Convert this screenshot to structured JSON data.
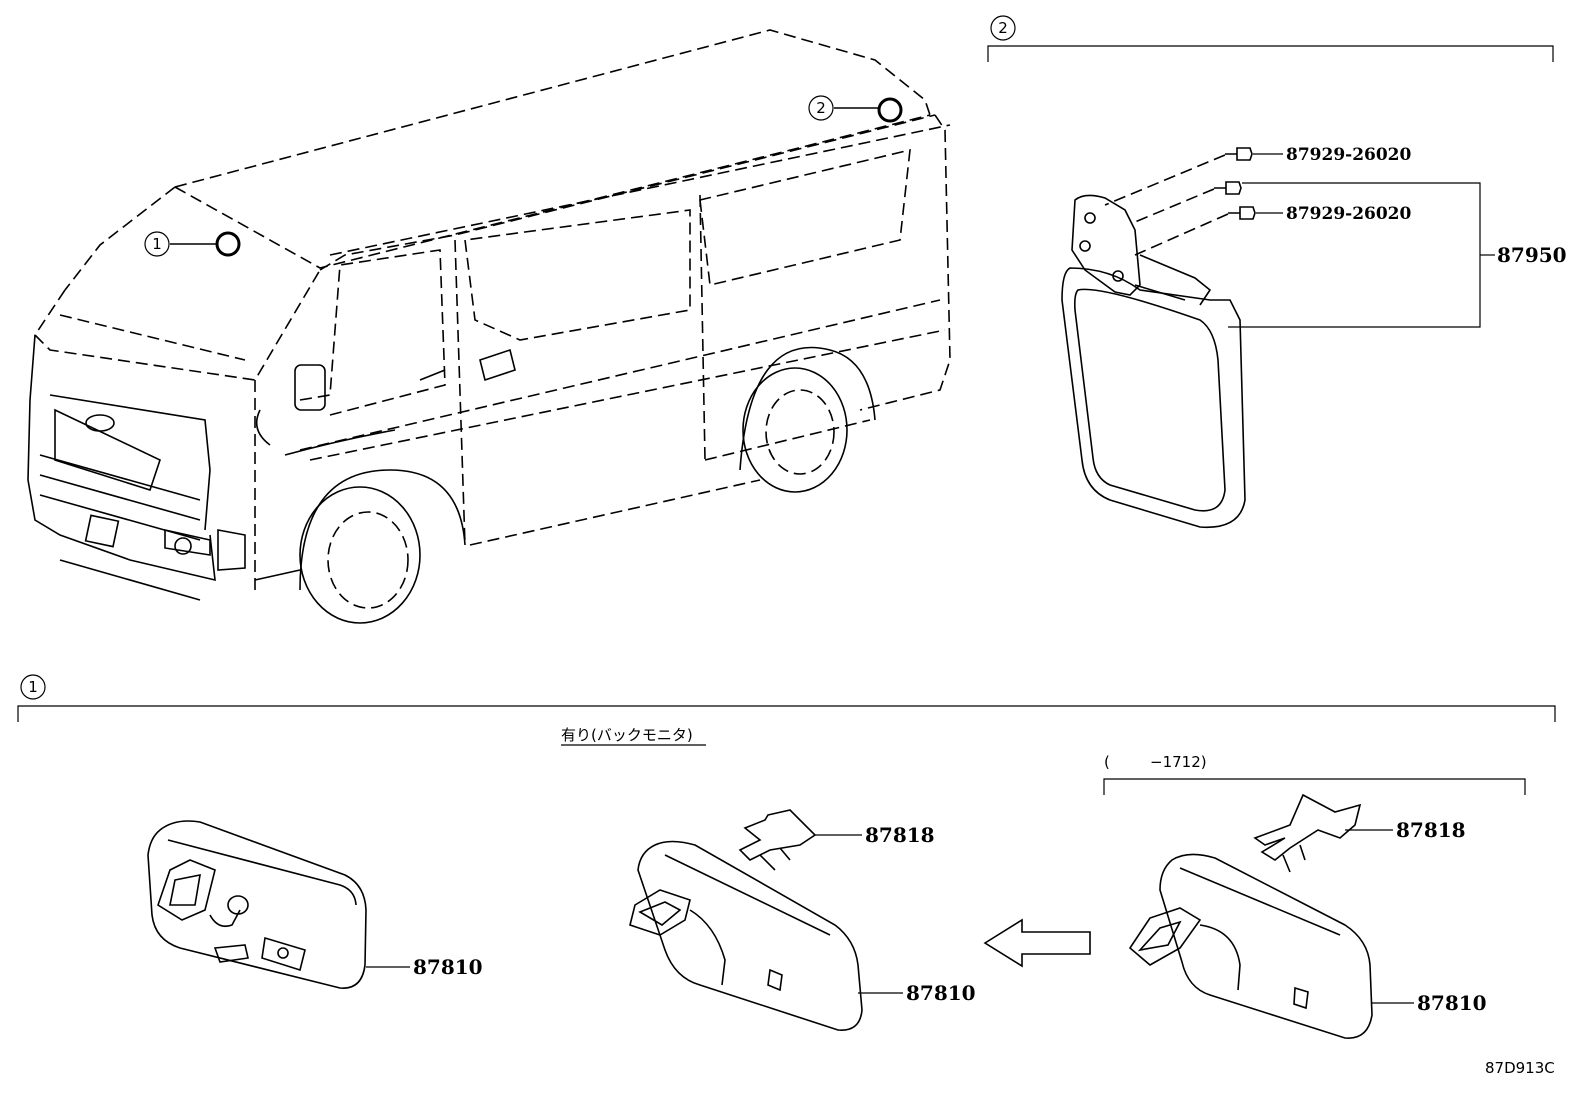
{
  "callouts": {
    "one": "1",
    "two": "2"
  },
  "notes": {
    "back_monitor": "有り(バックモニタ)",
    "range_open": "(",
    "range_end": "−1712)"
  },
  "parts": {
    "bolt_upper": "87929-26020",
    "bolt_lower": "87929-26020",
    "outer_mirror": "87950",
    "inner_mirror": "87810",
    "cover": "87818"
  },
  "diagram_code": "87D913C",
  "icons": {
    "van": "van-icon",
    "outer_mirror": "outer-mirror-icon",
    "inner_mirror": "inner-mirror-icon",
    "bolt": "bolt-icon",
    "arrow": "arrow-left-icon"
  }
}
